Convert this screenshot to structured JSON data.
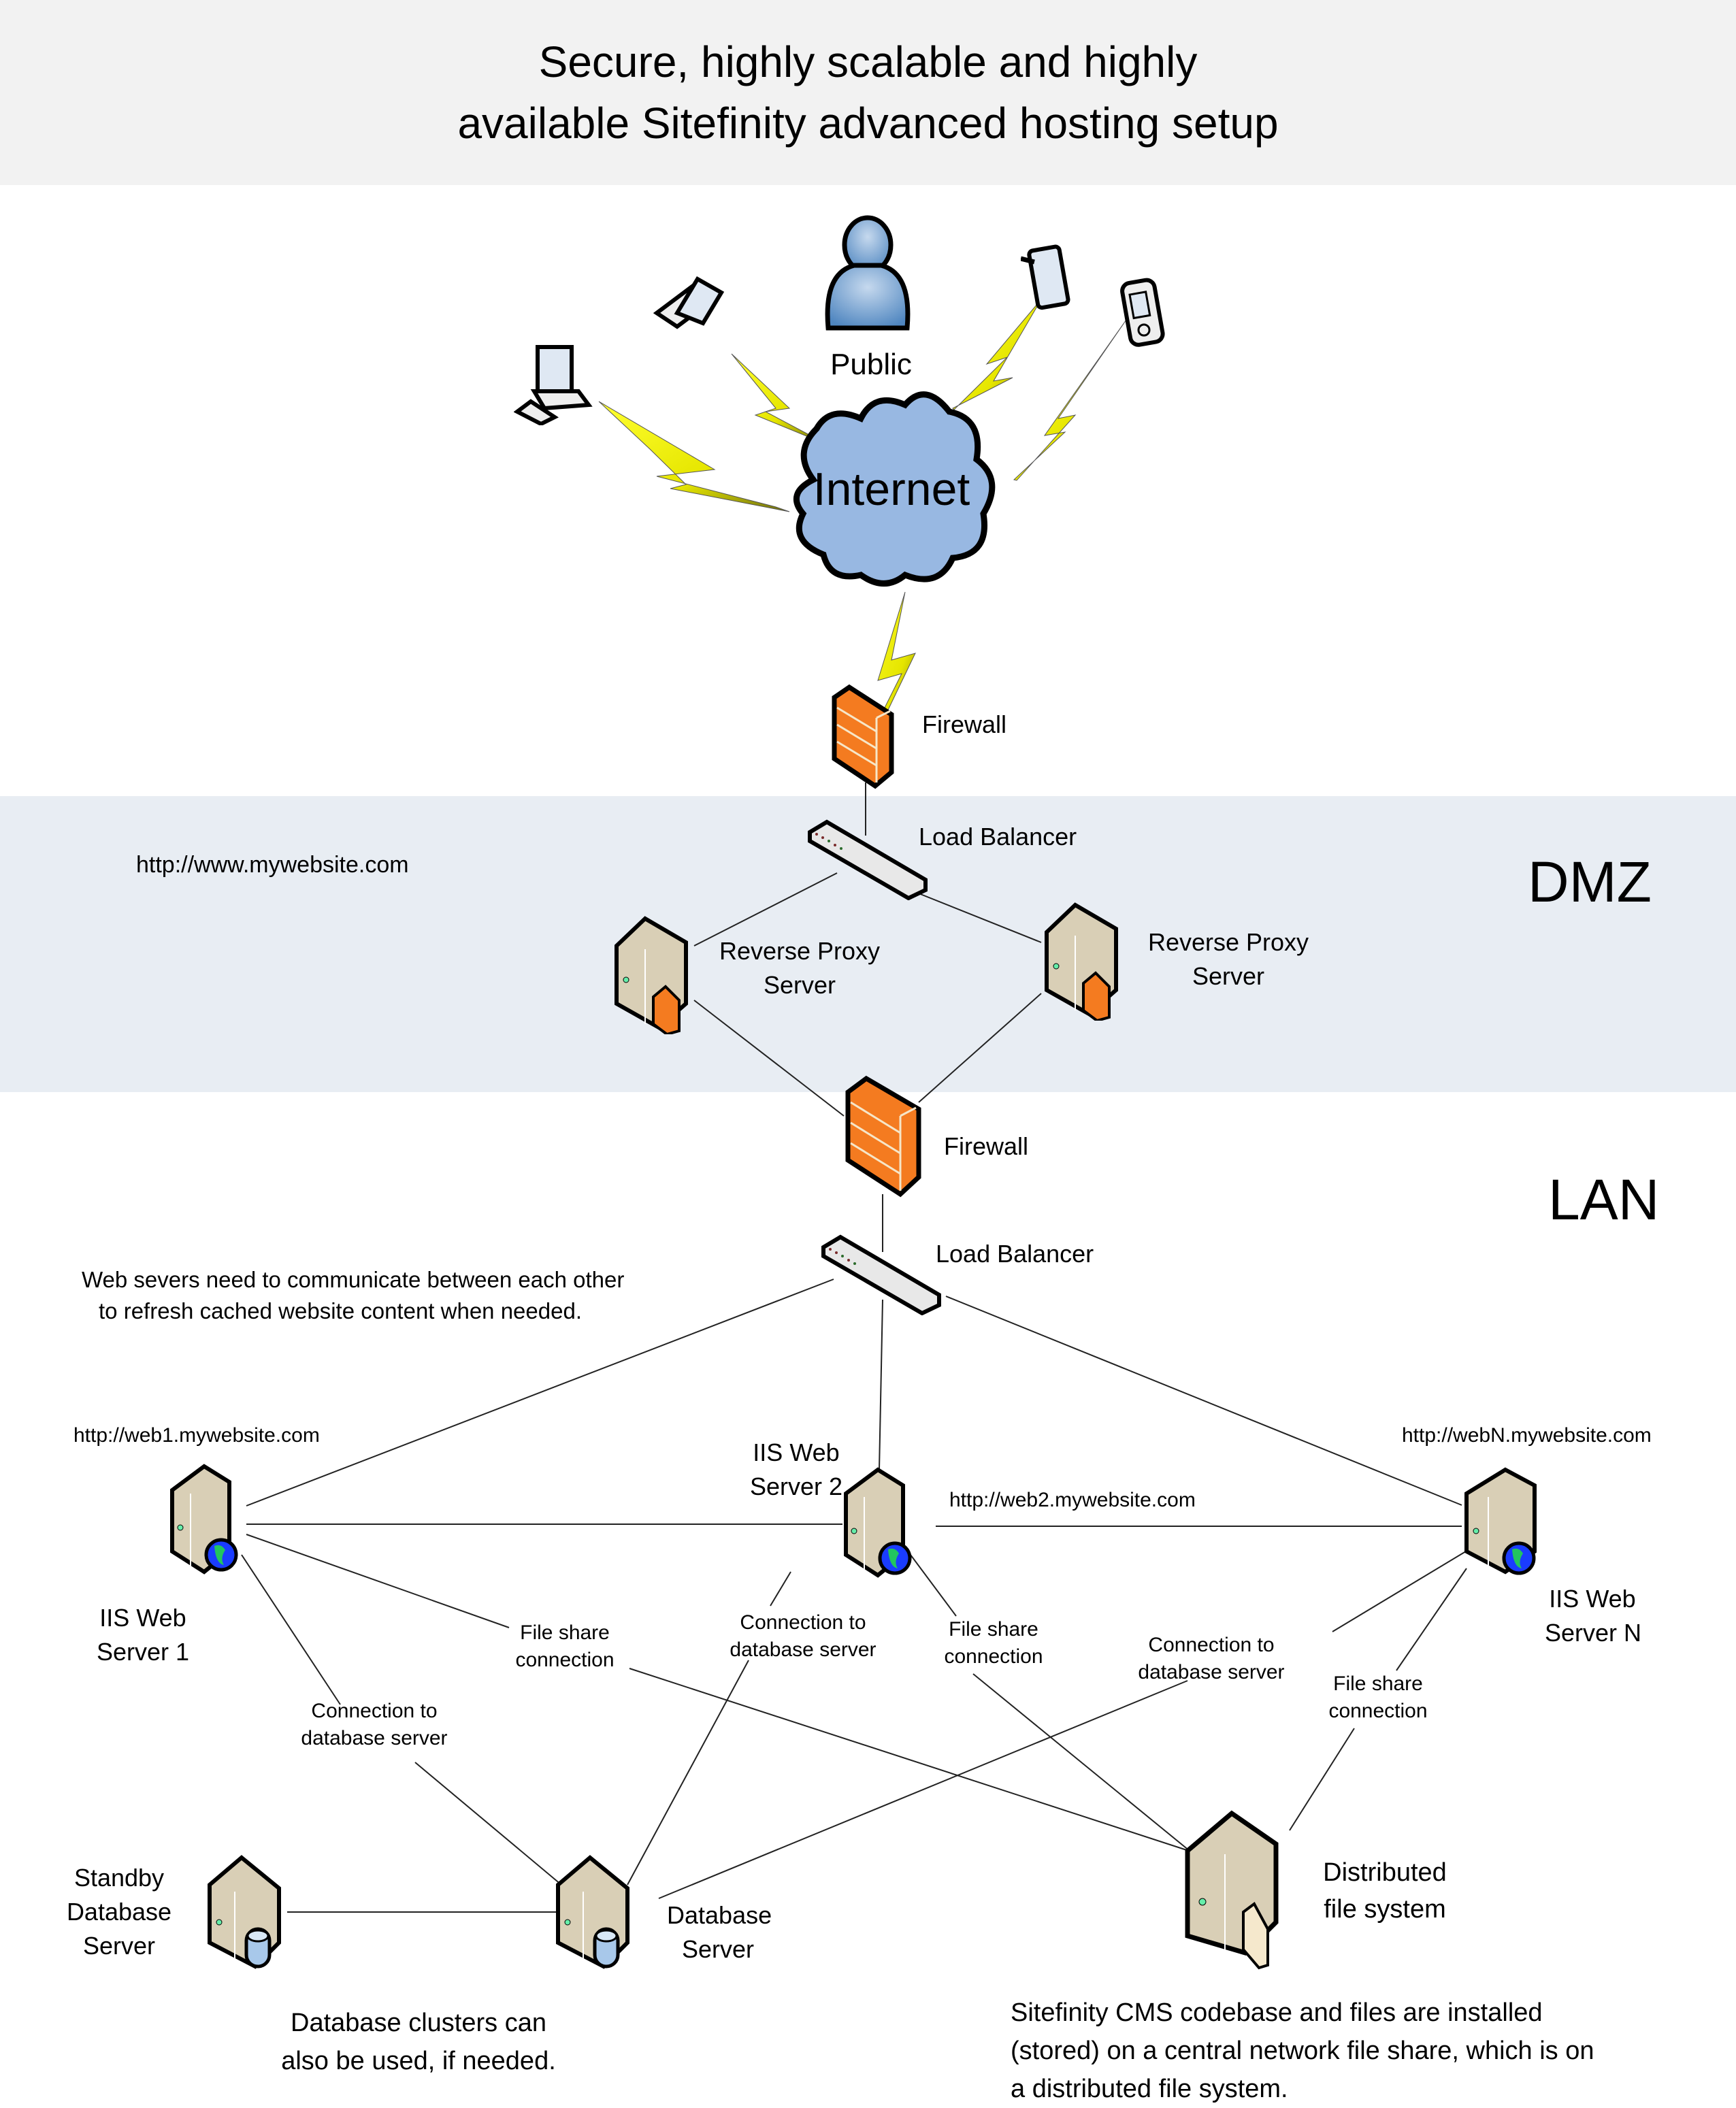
{
  "title": {
    "line1": "Secure, highly scalable and highly",
    "line2": "available Sitefinity advanced hosting setup"
  },
  "colors": {
    "title_band": "#f2f2f2",
    "dmz_band": "#e8edf3",
    "cloud": "#94b6e0",
    "firewall": "#f47b20",
    "lightning": "#f5f500",
    "server_body": "#d9cfb6",
    "globe_water": "#1a3cff",
    "globe_land": "#22c55e"
  },
  "public": {
    "label": "Public",
    "devices": [
      {
        "name": "desktop-computer",
        "icon": "desktop-icon"
      },
      {
        "name": "laptop",
        "icon": "laptop-icon"
      },
      {
        "name": "tablet",
        "icon": "tablet-icon"
      },
      {
        "name": "pda",
        "icon": "pda-icon"
      }
    ]
  },
  "internet": {
    "label": "Internet"
  },
  "zones": {
    "dmz": "DMZ",
    "lan": "LAN"
  },
  "dmz": {
    "url": "http://www.mywebsite.com",
    "firewall_label": "Firewall",
    "load_balancer_label": "Load Balancer",
    "proxy_left": {
      "line1": "Reverse Proxy",
      "line2": "Server"
    },
    "proxy_right": {
      "line1": "Reverse Proxy",
      "line2": "Server"
    }
  },
  "lan": {
    "firewall_label": "Firewall",
    "load_balancer_label": "Load Balancer",
    "note": {
      "line1": "Web severs need to communicate between each other",
      "line2": "to refresh cached website content when needed."
    },
    "web_servers": [
      {
        "url": "http://web1.mywebsite.com",
        "line1": "IIS Web",
        "line2": "Server 1"
      },
      {
        "url": "http://web2.mywebsite.com",
        "line1": "IIS Web",
        "line2": "Server 2"
      },
      {
        "url": "http://webN.mywebsite.com",
        "line1": "IIS Web",
        "line2": "Server N"
      }
    ],
    "connection_labels": {
      "db1": {
        "line1": "Connection to",
        "line2": "database server"
      },
      "fs1": {
        "line1": "File share",
        "line2": "connection"
      },
      "db2": {
        "line1": "Connection to",
        "line2": "database server"
      },
      "fs2": {
        "line1": "File share",
        "line2": "connection"
      },
      "dbN": {
        "line1": "Connection to",
        "line2": "database server"
      },
      "fsN": {
        "line1": "File share",
        "line2": "connection"
      }
    },
    "standby_db": {
      "line1": "Standby",
      "line2": "Database",
      "line3": "Server"
    },
    "db": {
      "line1": "Database",
      "line2": "Server"
    },
    "dfs": {
      "line1": "Distributed",
      "line2": "file system"
    },
    "db_note": {
      "line1": "Database clusters can",
      "line2": "also be used, if needed."
    },
    "dfs_note": {
      "line1": "Sitefinity CMS codebase and files are installed",
      "line2": "(stored) on a central network file share, which is on",
      "line3": "a distributed file system."
    }
  }
}
